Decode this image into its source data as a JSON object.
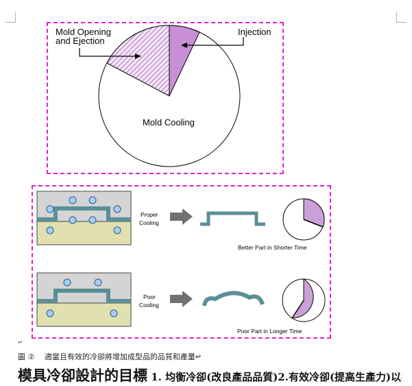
{
  "figure_top": {
    "labels": {
      "mold_opening_line1": "Mold Opening",
      "mold_opening_line2": "and Ejection",
      "injection": "Injection",
      "mold_cooling": "Mold Cooling"
    },
    "colors": {
      "frame": "#e020d0",
      "slice_fill": "#c98fd6",
      "hatch": "#b070c0"
    }
  },
  "figure_bottom": {
    "proper": {
      "label_line1": "Proper",
      "label_line2": "Cooling",
      "result": "Better Part in Shorter Time"
    },
    "poor": {
      "label_line1": "Poor",
      "label_line2": "Cooling",
      "result": "Poor Part in Longer Time"
    },
    "colors": {
      "mold_top": "#d4d4d4",
      "mold_bottom": "#e0e0b0",
      "part": "#5b8f97",
      "channel": "#a8cff0",
      "clock_fill": "#c9a0d8",
      "arrow": "#707070"
    }
  },
  "paragraph_mark": "↵",
  "caption": "圖 ② 　適當且有效的冷卻將增加成型品的品質和產量↵",
  "heading": {
    "main": "模具冷卻設計的目標",
    "sub": " 1. 均衡冷卻(改良產品品質)2.有效冷卻(提高生產力)以模具溫度控制系統確保最佳模具溫度"
  }
}
